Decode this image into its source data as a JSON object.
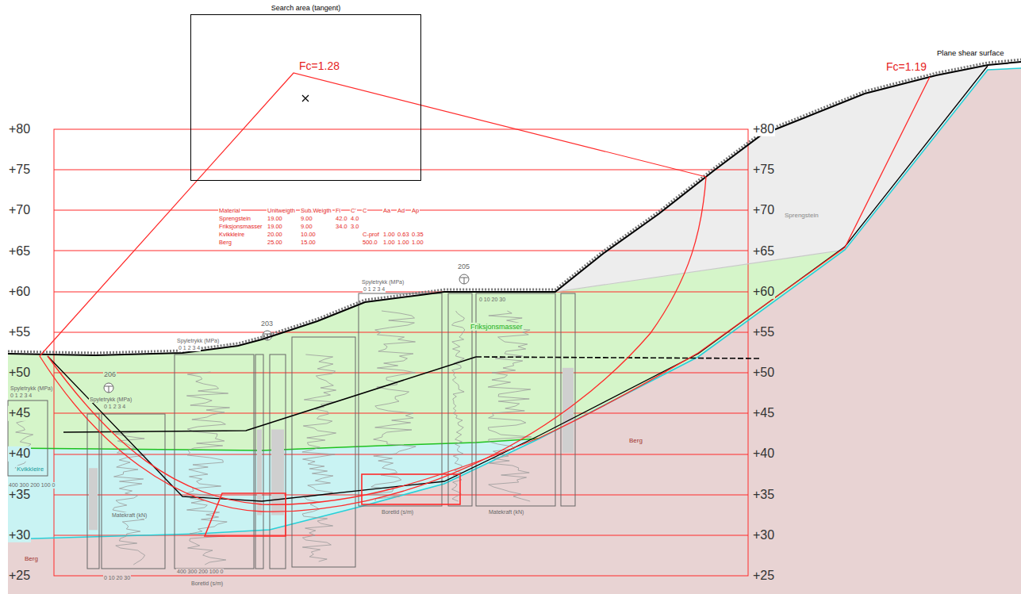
{
  "diagram": {
    "nodes": [
      {
        "text": [
          "Search area (tangent)"
        ]
      }
    ],
    "labels": [
      "Fc=1.28",
      "Fc=1.19",
      "Plane shear surface",
      "+80",
      "+75",
      "+70",
      "+65",
      "+60",
      "+55",
      "+50",
      "+45",
      "+40",
      "+35",
      "+30",
      "+25",
      "+80",
      "+75",
      "+70",
      "+65",
      "+60",
      "+55",
      "+50",
      "+45",
      "+40",
      "+35",
      "+30",
      "+25",
      "Material",
      "Unitweigth",
      "Sub.Weigth",
      "Fi",
      "C'",
      "C",
      "Aa",
      "Ad",
      "Ap",
      "Sprengstein",
      "19.00",
      "9.00",
      "42.0",
      "4.0",
      "Friksjonsmasser",
      "19.00",
      "9.00",
      "34.0",
      "3.0",
      "Kvikkleire",
      "20.00",
      "10.00",
      "C-prof",
      "1.00",
      "0.63",
      "0.35",
      "Berg",
      "25.00",
      "15.00",
      "500.0",
      "1.00",
      "1.00",
      "1.00",
      "Sprengstein",
      "Friksjonsmasser",
      "Berg",
      "Kvikkleire",
      "Berg",
      "Spyletrykk (MPa)",
      "Spyletrykk (MPa)",
      "Spyletrykk (MPa)",
      "Spyletrykk (MPa)",
      "0 1 2 3 4",
      "0 1 2 3 4",
      "0 1 2 3 4",
      "0 1 2 3 4",
      "206",
      "203",
      "205",
      "400 300 200 100 0",
      "400 300 200 100 0",
      "Boretid (s/m)",
      "Boretid (s/m)",
      "Matekraft (kN)",
      "Matekraft (kN)",
      "0 10 20 30",
      "0 10 20 30"
    ]
  }
}
